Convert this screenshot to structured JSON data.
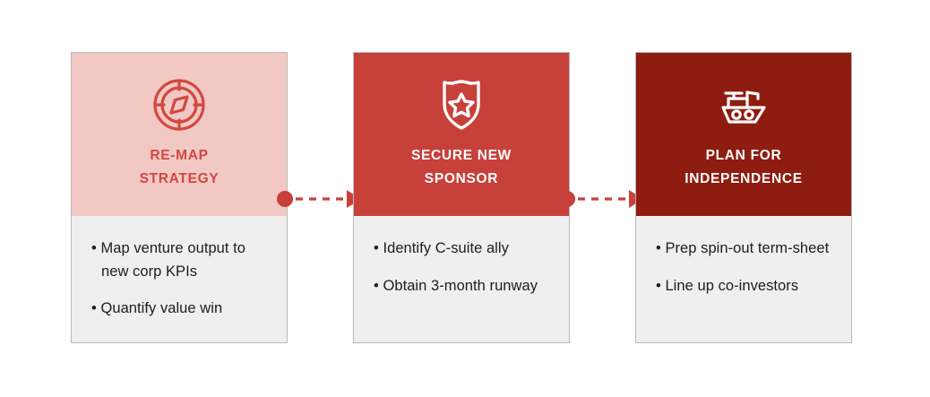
{
  "diagram": {
    "type": "three-step-process-flow",
    "orientation": "horizontal",
    "palette": {
      "step1_header_bg": "#F2C8C5",
      "step1_title_color": "#D2483F",
      "step2_header_bg": "#C8403A",
      "step3_header_bg": "#8E1C10",
      "body_bg": "#EFEFEF",
      "body_text": "#1D1D1D",
      "card_border": "#B9B9B9",
      "connector_color": "#C8403A",
      "page_bg": "#FFFFFF"
    },
    "cards": [
      {
        "icon": "compass-icon",
        "title": "RE-MAP STRATEGY",
        "title_line1": "RE-MAP",
        "title_line2": "STRATEGY",
        "bullets": [
          "• Map venture output to new corp KPIs",
          "• Quantify value win"
        ]
      },
      {
        "icon": "shield-star-icon",
        "title": "SECURE NEW SPONSOR",
        "title_line1": "SECURE NEW",
        "title_line2": "SPONSOR",
        "bullets": [
          "• Identify C-suite ally",
          "• Obtain 3-month runway"
        ]
      },
      {
        "icon": "boat-icon",
        "title": "PLAN FOR INDEPENDENCE",
        "title_line1": "PLAN FOR",
        "title_line2": "INDEPENDENCE",
        "bullets": [
          "• Prep spin-out term-sheet",
          "• Line up co-investors"
        ]
      }
    ],
    "connectors": [
      {
        "name": "connector-step1-to-step2",
        "style": "dot-dashed-arrow"
      },
      {
        "name": "connector-step2-to-step3",
        "style": "dot-dashed-arrow"
      }
    ]
  }
}
